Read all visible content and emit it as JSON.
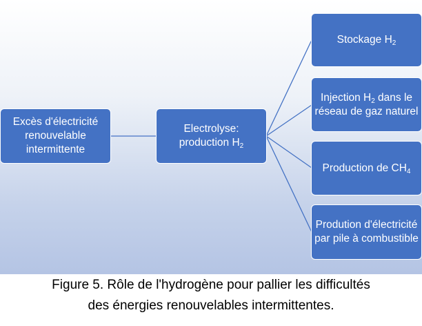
{
  "diagram": {
    "nodes": {
      "source": {
        "text": "Excès d'électricité renouvelable intermittente"
      },
      "electrolysis": {
        "line1": "Electrolyse:",
        "line2_prefix": "production H",
        "line2_sub": "2"
      },
      "storage": {
        "prefix": "Stockage H",
        "sub": "2"
      },
      "injection": {
        "prefix": "Injection H",
        "sub": "2",
        "suffix": " dans le réseau de gaz naturel"
      },
      "methane": {
        "prefix": "Production de CH",
        "sub": "4"
      },
      "fuelcell": {
        "text": "Prodution d'électricité par pile à combustible"
      }
    },
    "colors": {
      "node_fill": "#4472c4",
      "node_border": "#ffffff",
      "link": "#4472c4",
      "background_bottom": "#b4c4e4"
    }
  },
  "caption": {
    "line1": "Figure 5. Rôle de l'hydrogène pour pallier les difficultés",
    "line2": "des énergies renouvelables intermittentes."
  }
}
